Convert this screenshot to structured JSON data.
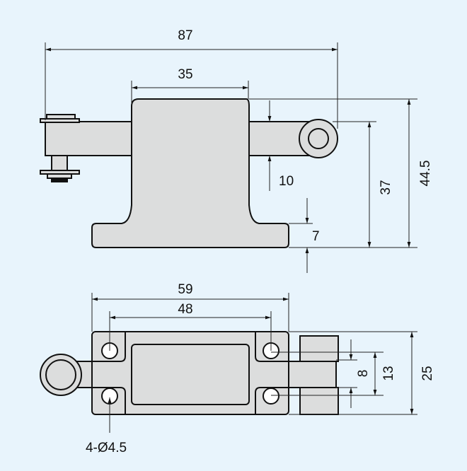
{
  "side_view": {
    "dim_overall_length": "87",
    "dim_body_width": "35",
    "dim_arm_thickness": "10",
    "dim_arm_height": "37",
    "dim_total_height": "44.5",
    "dim_base_thickness": "7"
  },
  "top_view": {
    "dim_base_length": "59",
    "dim_hole_spacing": "48",
    "dim_arm_width": "8",
    "dim_hole_vertical_spacing": "13",
    "dim_base_width": "25",
    "hole_callout": "4-Ø4.5"
  },
  "colors": {
    "background": "#e8f4fc",
    "part_fill": "#dcdddd",
    "outline": "#111111"
  }
}
